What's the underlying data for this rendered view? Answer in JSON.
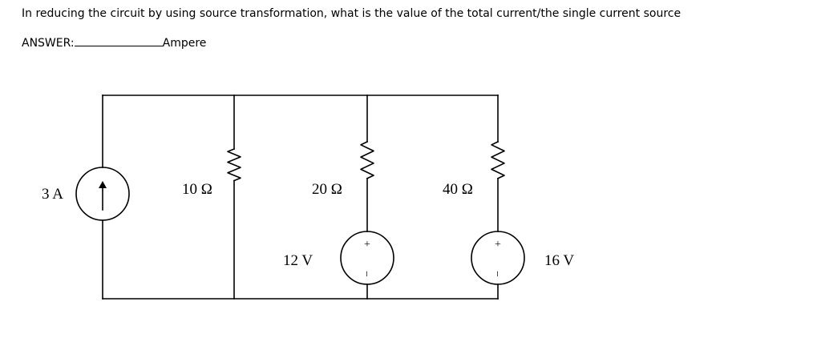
{
  "question": {
    "text": "In reducing the circuit by using source transformation, what is the value of the total current/the single current source",
    "answer_label": "ANSWER:",
    "answer_unit": "Ampere"
  },
  "circuit": {
    "current_source": {
      "label": "3 A",
      "direction": "up"
    },
    "resistors": [
      {
        "label": "10 Ω"
      },
      {
        "label": "20 Ω"
      },
      {
        "label": "40 Ω"
      }
    ],
    "voltage_sources": [
      {
        "label": "12 V",
        "plus": "+",
        "minus": "−"
      },
      {
        "label": "16 V",
        "plus": "+",
        "minus": "−"
      }
    ]
  }
}
